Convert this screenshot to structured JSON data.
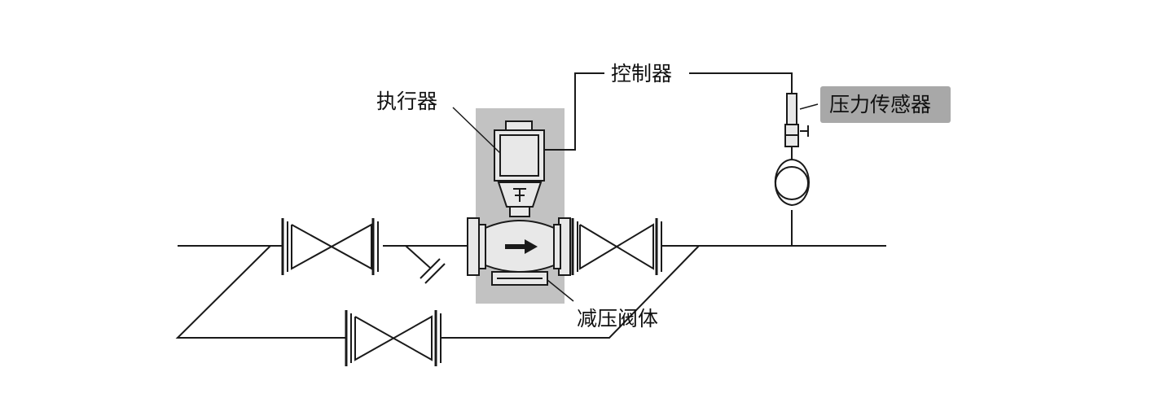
{
  "labels": {
    "actuator": "执行器",
    "controller": "控制器",
    "pressure_sensor": "压力传感器",
    "valve_body": "减压阀体"
  },
  "colors": {
    "line": "#1a1a1a",
    "highlight_fill": "#c2c2c2",
    "sensor_label_fill": "#a8a8a8",
    "body_fill": "#e8e8e8",
    "background": "#ffffff"
  }
}
